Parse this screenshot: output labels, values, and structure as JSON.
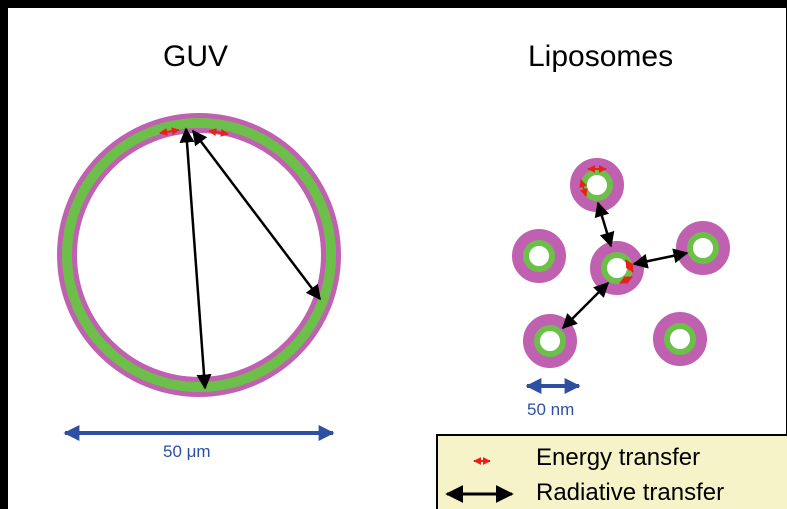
{
  "left_panel": {
    "title": "GUV",
    "scale_label": "50 μm"
  },
  "right_panel": {
    "title": "Liposomes",
    "scale_label": "50 nm"
  },
  "legend": {
    "items": [
      {
        "label": "Energy transfer",
        "icon": "small-red-double-arrow-icon"
      },
      {
        "label": "Radiative transfer",
        "icon": "black-double-arrow-icon"
      }
    ]
  },
  "colors": {
    "membrane_purple": "#c060b0",
    "membrane_green": "#6cc04a",
    "energy_arrow": "#e8201c",
    "radiative_arrow": "#000000",
    "scale_bar": "#2f4fa3",
    "legend_bg": "#f7f3c8"
  }
}
